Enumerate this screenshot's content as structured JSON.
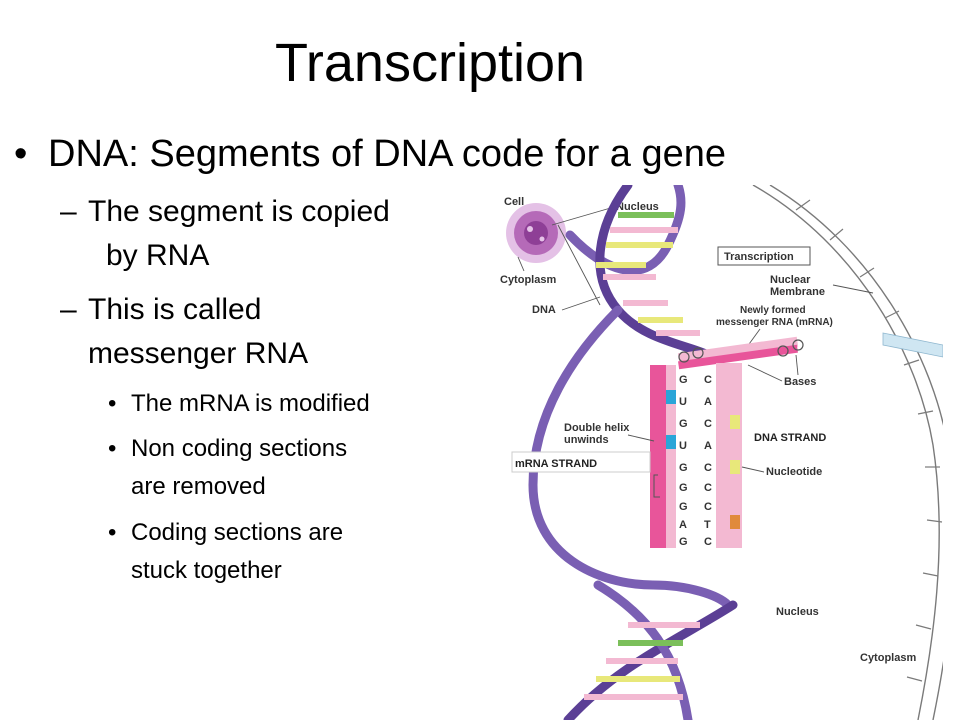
{
  "title": "Transcription",
  "bullets": {
    "level1": {
      "marker": "•",
      "text": "DNA:  Segments of DNA code for a gene"
    },
    "level2": [
      {
        "marker": "–",
        "lines": [
          "The segment is copied",
          "by RNA"
        ]
      },
      {
        "marker": "–",
        "lines": [
          "This is called",
          "messenger RNA"
        ]
      }
    ],
    "level3": [
      {
        "marker": "•",
        "lines": [
          "The mRNA is modified"
        ]
      },
      {
        "marker": "•",
        "lines": [
          "Non coding sections",
          "are removed"
        ]
      },
      {
        "marker": "•",
        "lines": [
          "Coding sections are",
          "stuck together"
        ]
      }
    ]
  },
  "diagram": {
    "labels": {
      "cell": "Cell",
      "nucleus_top": "Nucleus",
      "cytoplasm_left": "Cytoplasm",
      "dna": "DNA",
      "transcription_box": "Transcription",
      "nuclear_membrane": [
        "Nuclear",
        "Membrane"
      ],
      "newly_formed": [
        "Newly formed",
        "messenger RNA (mRNA)"
      ],
      "bases": "Bases",
      "double_helix": [
        "Double helix",
        "unwinds"
      ],
      "dna_strand": "DNA STRAND",
      "mrna_strand": "mRNA STRAND",
      "nucleotide": "Nucleotide",
      "nucleus_bottom": "Nucleus",
      "cytoplasm_right": "Cytoplasm"
    },
    "mrna_bases": [
      "G",
      "U",
      "G",
      "U",
      "G",
      "G",
      "G",
      "A",
      "G"
    ],
    "dna_bases": [
      "C",
      "A",
      "C",
      "A",
      "C",
      "C",
      "C",
      "T",
      "C"
    ],
    "colors": {
      "helix": "#7a5fb3",
      "helix_dark": "#5b3f95",
      "mrna_pink": "#e8559a",
      "light_pink": "#f3b9d2",
      "cyan": "#2aa5d8",
      "yellow": "#e8e87a",
      "orange": "#e08a3c",
      "green": "#7bbf5a",
      "nucleus_cell": "#b56ab8"
    }
  }
}
